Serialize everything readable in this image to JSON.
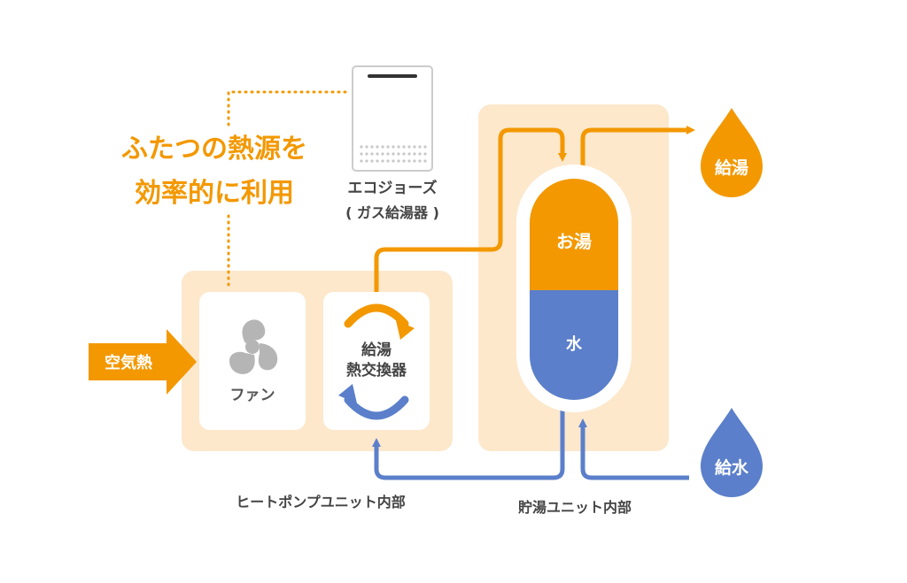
{
  "headline": {
    "line1": "ふたつの熱源を",
    "line2": "効率的に利用"
  },
  "eco_jozu": {
    "name": "エコジョーズ",
    "sub": "( ガス給湯器 )"
  },
  "heat_pump_unit": {
    "caption": "ヒートポンプユニット内部",
    "fan_label": "ファン",
    "exchanger_line1": "給湯",
    "exchanger_line2": "熱交換器"
  },
  "storage_unit": {
    "caption": "貯湯ユニット内部",
    "hot_label": "お湯",
    "cold_label": "水"
  },
  "air_heat_label": "空気熱",
  "hot_supply_label": "給湯",
  "water_supply_label": "給水",
  "colors": {
    "orange": "#f39800",
    "blue": "#5b7fca",
    "panel": "#fde8cc",
    "card": "#ffffff",
    "grey": "#b5b5b5"
  },
  "icons": [
    "fan-icon",
    "cycle-arrow-icon",
    "water-drop-icon",
    "arrow-right-icon",
    "boiler-icon"
  ]
}
